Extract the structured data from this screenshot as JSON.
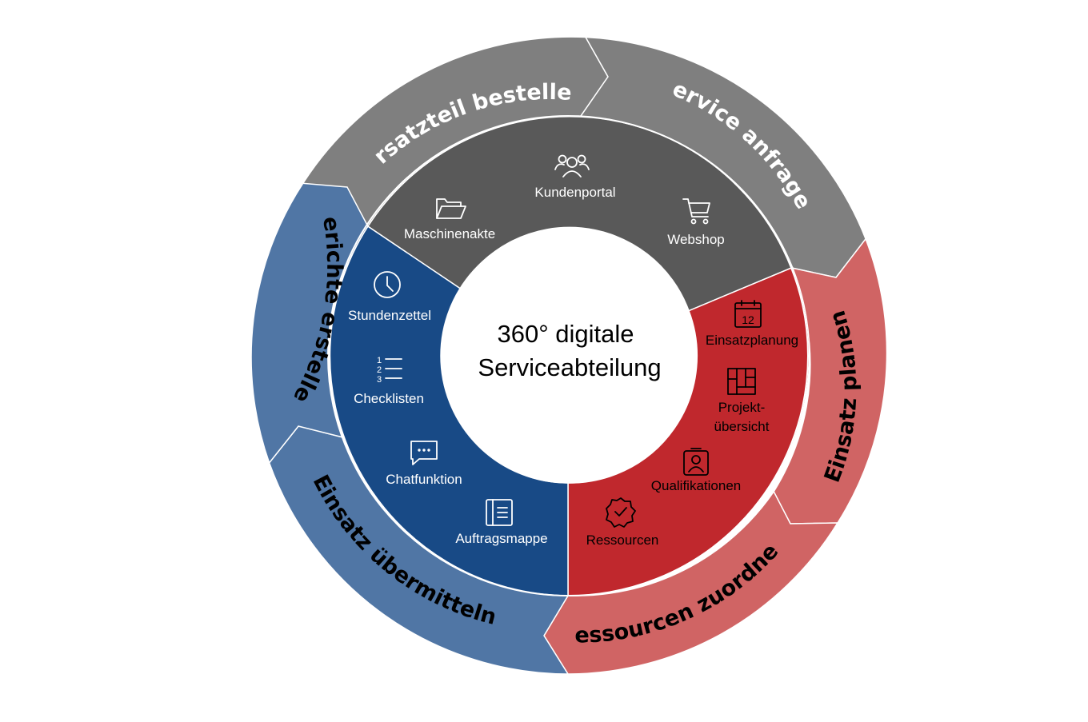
{
  "colors": {
    "outer_gray": "#7f7f7f",
    "outer_blue": "#5076a5",
    "outer_red": "#d06464",
    "inner_gray": "#595959",
    "inner_blue": "#184a86",
    "inner_red": "#c0282d",
    "separator": "#ffffff",
    "center": "#ffffff"
  },
  "center": {
    "line1": "360° digitale",
    "line2": "Serviceabteilung"
  },
  "outer_ring": {
    "ersatzteil": "Ersatzteil bestellen",
    "service": "Service anfragen",
    "einsatz_planen": "Einsatz planen",
    "ressourcen": "Ressourcen zuordnen",
    "einsatz_uebermitteln": "Einsatz übermitteln",
    "berichte": "Berichte erstellen"
  },
  "inner_ring": {
    "gray": {
      "kundenportal": "Kundenportal",
      "maschinenakte": "Maschinenakte",
      "webshop": "Webshop"
    },
    "red": {
      "einsatzplanung": "Einsatzplanung",
      "einsatzplanung_icon_number": "12",
      "projekt_line1": "Projekt-",
      "projekt_line2": "übersicht",
      "qualifikationen": "Qualifikationen",
      "ressourcen": "Ressourcen"
    },
    "blue": {
      "stundenzettel": "Stundenzettel",
      "checklisten": "Checklisten",
      "checklisten_icon_numbers": [
        "1",
        "2",
        "3"
      ],
      "chatfunktion": "Chatfunktion",
      "auftragsmappe": "Auftragsmappe"
    }
  },
  "icons": [
    "users-icon",
    "folder-icon",
    "cart-icon",
    "calendar-icon",
    "board-icon",
    "id-badge-icon",
    "badge-check-icon",
    "clock-icon",
    "numbered-list-icon",
    "chat-icon",
    "notebook-icon"
  ]
}
